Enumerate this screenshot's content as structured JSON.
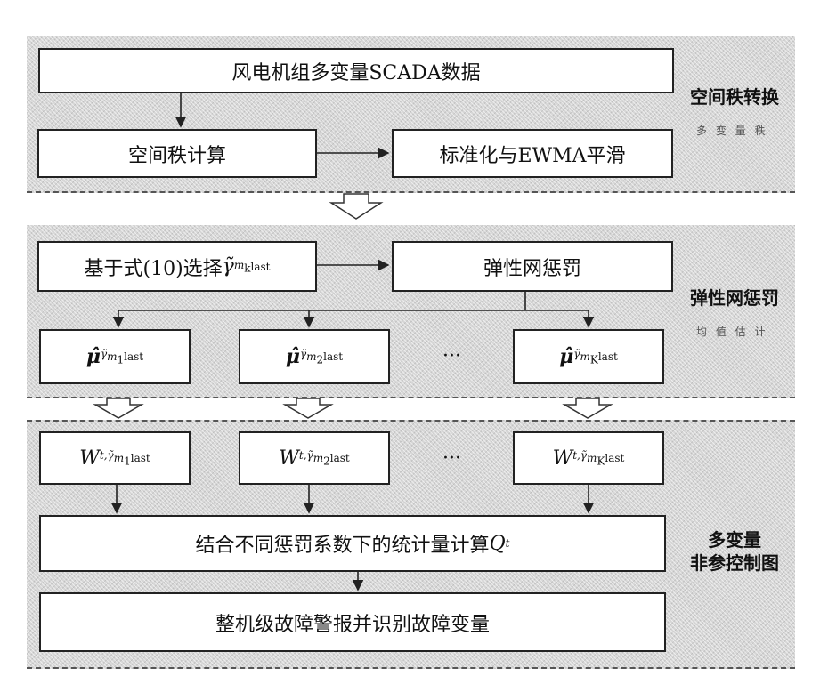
{
  "stage1": {
    "scada_box": "风电机组多变量SCADA数据",
    "rank_box": "空间秩计算",
    "ewma_box": "标准化与EWMA平滑",
    "label": "空间秩转换",
    "sublabel": "多 变 量 秩"
  },
  "stage2": {
    "select_prefix": "基于式(10)选择",
    "select_symbol": "γ̃",
    "select_sub": "m",
    "select_sub2": "k",
    "select_sup": "last",
    "penalty_box": "弹性网惩罚",
    "mu_symbol": "μ̂",
    "mu_gamma": "γ̃",
    "mu_sub": "m",
    "mu_sup": "last",
    "mu_indices": [
      "1",
      "2",
      "K"
    ],
    "ellipsis": "···",
    "label": "弹性网惩罚",
    "sublabel": "均 值 估 计"
  },
  "stage3": {
    "w_symbol": "W",
    "w_t": "t,",
    "w_gamma": "γ̃",
    "w_sub": "m",
    "w_sup": "last",
    "w_indices": [
      "1",
      "2",
      "K"
    ],
    "ellipsis": "···",
    "combine_box": "结合不同惩罚系数下的统计量计算",
    "combine_q": "Q",
    "combine_q_sub": "t",
    "alarm_box": "整机级故障警报并识别故障变量",
    "label_line1": "多变量",
    "label_line2": "非参控制图"
  }
}
